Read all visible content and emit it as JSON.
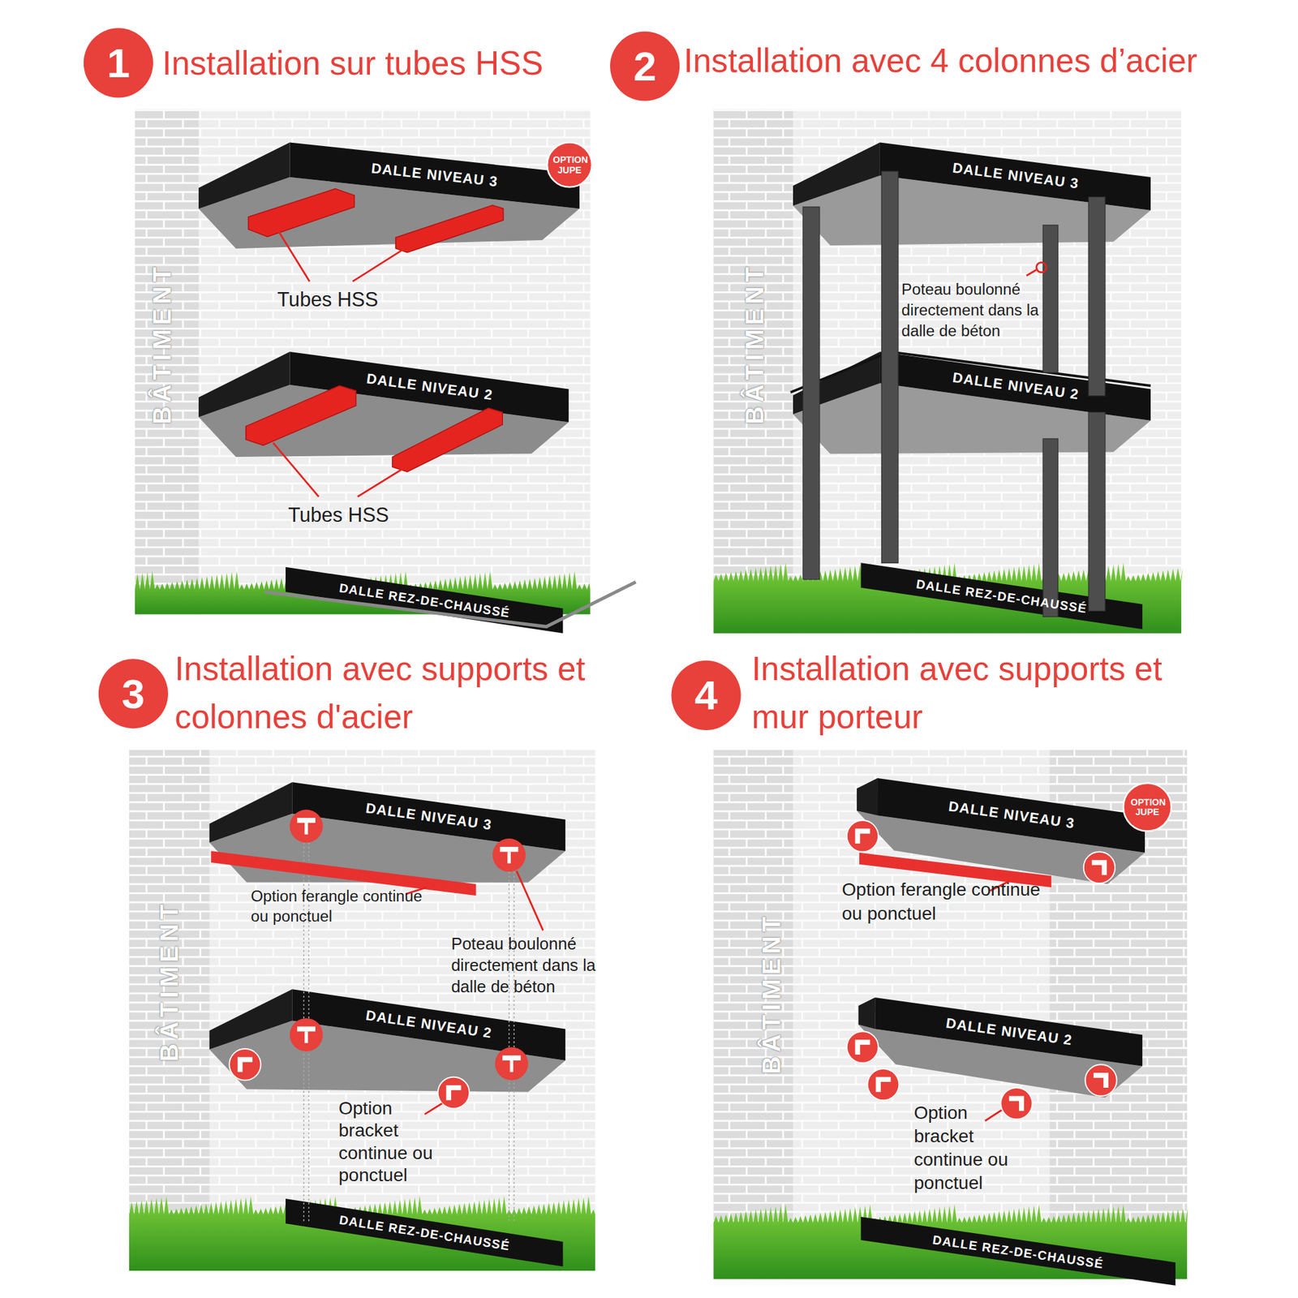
{
  "diagram": {
    "nodes": [
      {
        "text": [
          "1",
          "Installation sur tubes HSS"
        ]
      },
      {
        "text": [
          "OPTION JUPE"
        ]
      },
      {
        "text": [
          "DALLE NIVEAU 3"
        ]
      },
      {
        "text": [
          "DALLE NIVEAU 2"
        ]
      },
      {
        "text": [
          "DALLE REZ-DE-CHAUSSÉ"
        ]
      },
      {
        "text": [
          "2",
          "Installation avec 4 colonnes d’acier"
        ]
      },
      {
        "text": [
          "DALLE NIVEAU 3"
        ]
      },
      {
        "text": [
          "DALLE NIVEAU 2"
        ]
      },
      {
        "text": [
          "DALLE REZ-DE-CHAUSSÉ"
        ]
      },
      {
        "text": [
          "3",
          "Installation avec supports et colonnes d'acier"
        ]
      },
      {
        "text": [
          "DALLE NIVEAU 3"
        ]
      },
      {
        "text": [
          "DALLE NIVEAU 2"
        ]
      },
      {
        "text": [
          "DALLE REZ-DE-CHAUSSÉ"
        ]
      },
      {
        "text": [
          "4",
          "Installation avec supports et mur porteur"
        ]
      },
      {
        "text": [
          "OPTION JUPE"
        ]
      },
      {
        "text": [
          "DALLE NIVEAU 3"
        ]
      },
      {
        "text": [
          "DALLE NIVEAU 2"
        ]
      },
      {
        "text": [
          "DALLE REZ-DE-CHAUSSÉ"
        ]
      }
    ],
    "labels": [
      "BÂTIMENT",
      "Tubes HSS",
      "Tubes HSS",
      "BÂTIMENT",
      "Poteau boulonné directement dans la dalle de béton",
      "BÂTIMENT",
      "Option ferangle continue ou ponctuel",
      "Poteau boulonné directement dans la dalle de béton",
      "Option bracket continue ou ponctuel",
      "BÂTIMENT",
      "Option ferangle continue ou ponctuel",
      "Option bracket continue ou ponctuel"
    ]
  }
}
